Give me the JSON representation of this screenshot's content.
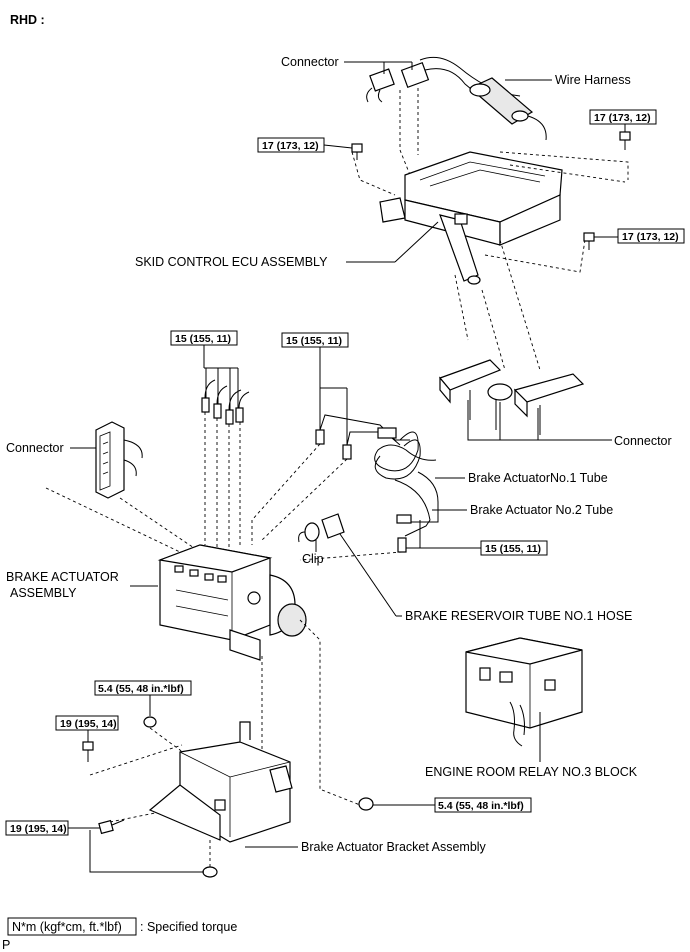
{
  "header": {
    "view_label": "RHD :"
  },
  "labels": {
    "connector_top": "Connector",
    "wire_harness": "Wire Harness",
    "skid_control_ecu": "SKID CONTROL ECU ASSEMBLY",
    "connector_right": "Connector",
    "connector_left": "Connector",
    "brake_tube_1": "Brake ActuatorNo.1 Tube",
    "brake_tube_2": "Brake Actuator No.2 Tube",
    "clip": "Clip",
    "brake_actuator_line1": "BRAKE ACTUATOR",
    "brake_actuator_line2": "ASSEMBLY",
    "reservoir_hose": "BRAKE RESERVOIR TUBE NO.1 HOSE",
    "relay_block": "ENGINE ROOM RELAY NO.3 BLOCK",
    "bracket": "Brake Actuator Bracket Assembly"
  },
  "torques": {
    "t17_a": "17 (173, 12)",
    "t17_b": "17 (173, 12)",
    "t17_c": "17 (173, 12)",
    "t15_a": "15 (155, 11)",
    "t15_b": "15 (155, 11)",
    "t15_c": "15 (155, 11)",
    "t54_a": "5.4 (55, 48 in.*lbf)",
    "t54_b": "5.4 (55, 48 in.*lbf)",
    "t19_a": "19 (195, 14)",
    "t19_b": "19 (195, 14)"
  },
  "legend": {
    "unit_box": "N*m (kgf*cm, ft.*lbf)",
    "description": ": Specified torque"
  },
  "footer": {
    "mark": "P"
  }
}
